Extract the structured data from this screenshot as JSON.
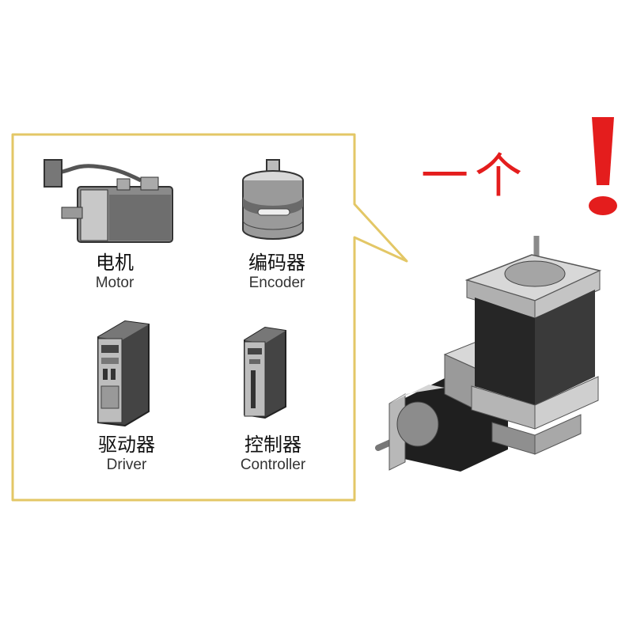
{
  "callout": {
    "items": [
      {
        "cn": "电机",
        "en": "Motor",
        "icon": "servo-motor-icon"
      },
      {
        "cn": "编码器",
        "en": "Encoder",
        "icon": "encoder-icon"
      },
      {
        "cn": "驱动器",
        "en": "Driver",
        "icon": "servo-driver-icon"
      },
      {
        "cn": "控制器",
        "en": "Controller",
        "icon": "controller-icon"
      }
    ]
  },
  "headline": {
    "text": "一个",
    "mark": "!"
  },
  "colors": {
    "border": "#e3c766",
    "accent": "#e41d1d"
  }
}
